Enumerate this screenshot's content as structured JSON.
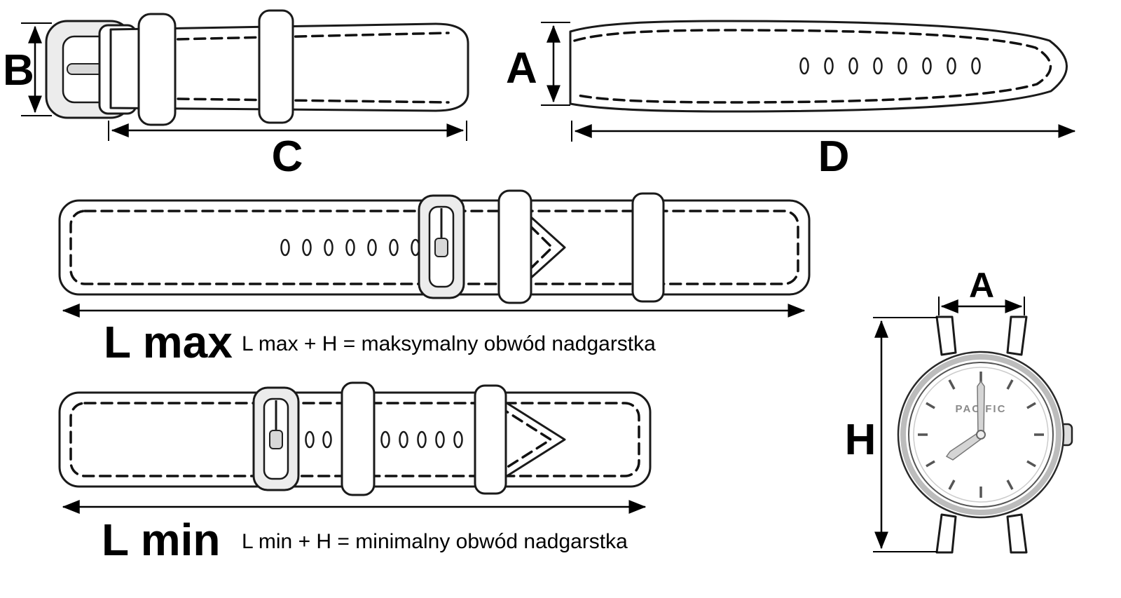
{
  "labels": {
    "buckle_width": "B",
    "buckle_length": "C",
    "tail_width": "A",
    "tail_length": "D",
    "l_max": "L max",
    "l_max_formula": "L max + H  = maksymalny obwód nadgarstka",
    "l_min": "L min",
    "l_min_formula": "L min + H  = minimalny obwód nadgarstka",
    "watch_lug_width": "A",
    "watch_height": "H",
    "watch_brand": "PACIFIC"
  },
  "colors": {
    "ink": "#1a1a1a",
    "metal": "#ececec",
    "background": "#ffffff"
  }
}
